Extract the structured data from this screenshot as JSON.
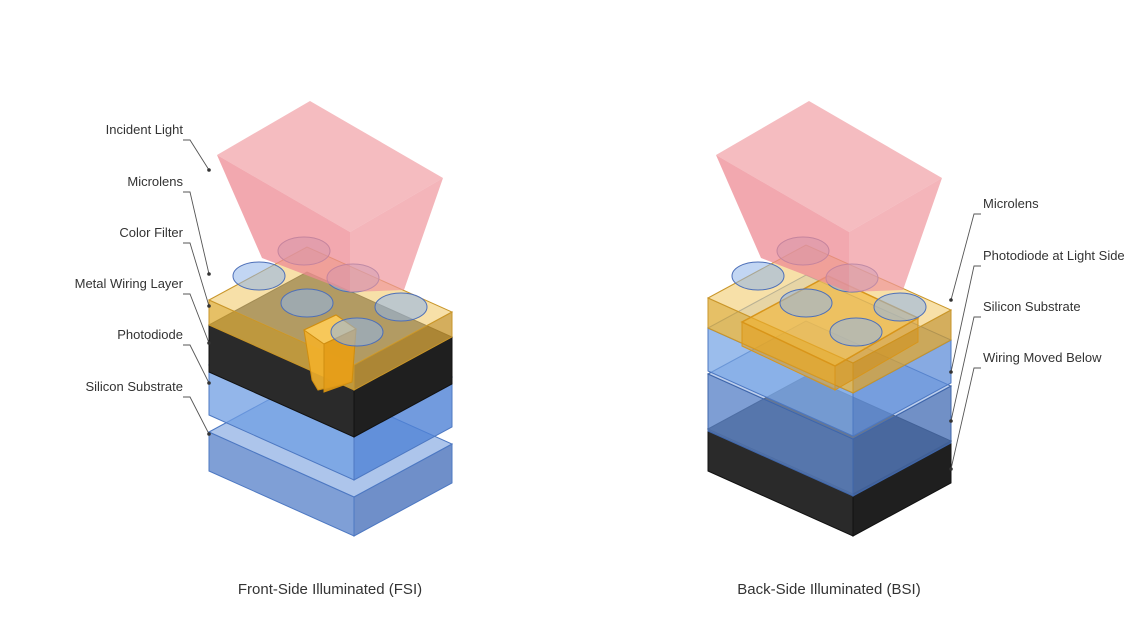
{
  "fsi": {
    "caption": "Front-Side Illuminated (FSI)",
    "labels": {
      "incident_light": "Incident Light",
      "microlens": "Microlens",
      "color_filter": "Color Filter",
      "metal_wiring": "Metal Wiring Layer",
      "photodiode": "Photodiode",
      "silicon_substrate": "Silicon Substrate"
    }
  },
  "bsi": {
    "caption": "Back-Side Illuminated (BSI)",
    "labels": {
      "microlens": "Microlens",
      "photodiode_light_side": "Photodiode at Light Side",
      "silicon_substrate": "Silicon Substrate",
      "wiring_below": "Wiring Moved Below"
    }
  },
  "colors": {
    "light": "#f08a92",
    "color_filter": "#f5c15c",
    "metal_wiring": "#232323",
    "silicon_light": "#7aa7e6",
    "silicon_dark": "#5e86c9",
    "photodiode": "#f2b02a",
    "microlens": "#8fb4ea"
  }
}
